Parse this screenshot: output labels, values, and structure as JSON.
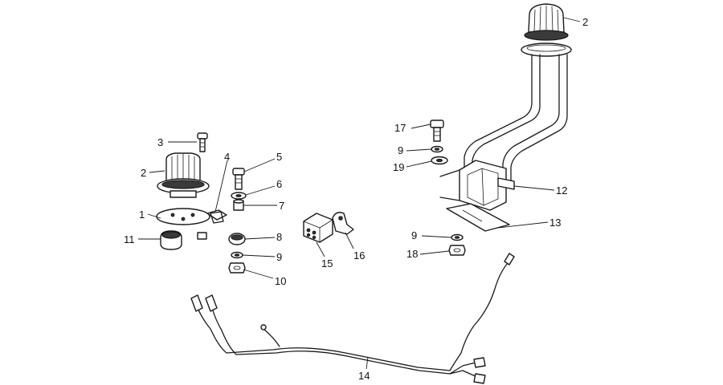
{
  "callouts": [
    {
      "id": "c1",
      "label": "1"
    },
    {
      "id": "c2a",
      "label": "2"
    },
    {
      "id": "c2b",
      "label": "2"
    },
    {
      "id": "c3",
      "label": "3"
    },
    {
      "id": "c4",
      "label": "4"
    },
    {
      "id": "c5",
      "label": "5"
    },
    {
      "id": "c6",
      "label": "6"
    },
    {
      "id": "c7",
      "label": "7"
    },
    {
      "id": "c8",
      "label": "8"
    },
    {
      "id": "c9a",
      "label": "9"
    },
    {
      "id": "c9b",
      "label": "9"
    },
    {
      "id": "c9c",
      "label": "9"
    },
    {
      "id": "c10",
      "label": "10"
    },
    {
      "id": "c11",
      "label": "11"
    },
    {
      "id": "c12",
      "label": "12"
    },
    {
      "id": "c13",
      "label": "13"
    },
    {
      "id": "c14",
      "label": "14"
    },
    {
      "id": "c15",
      "label": "15"
    },
    {
      "id": "c16",
      "label": "16"
    },
    {
      "id": "c17",
      "label": "17"
    },
    {
      "id": "c18",
      "label": "18"
    },
    {
      "id": "c19",
      "label": "19"
    }
  ]
}
